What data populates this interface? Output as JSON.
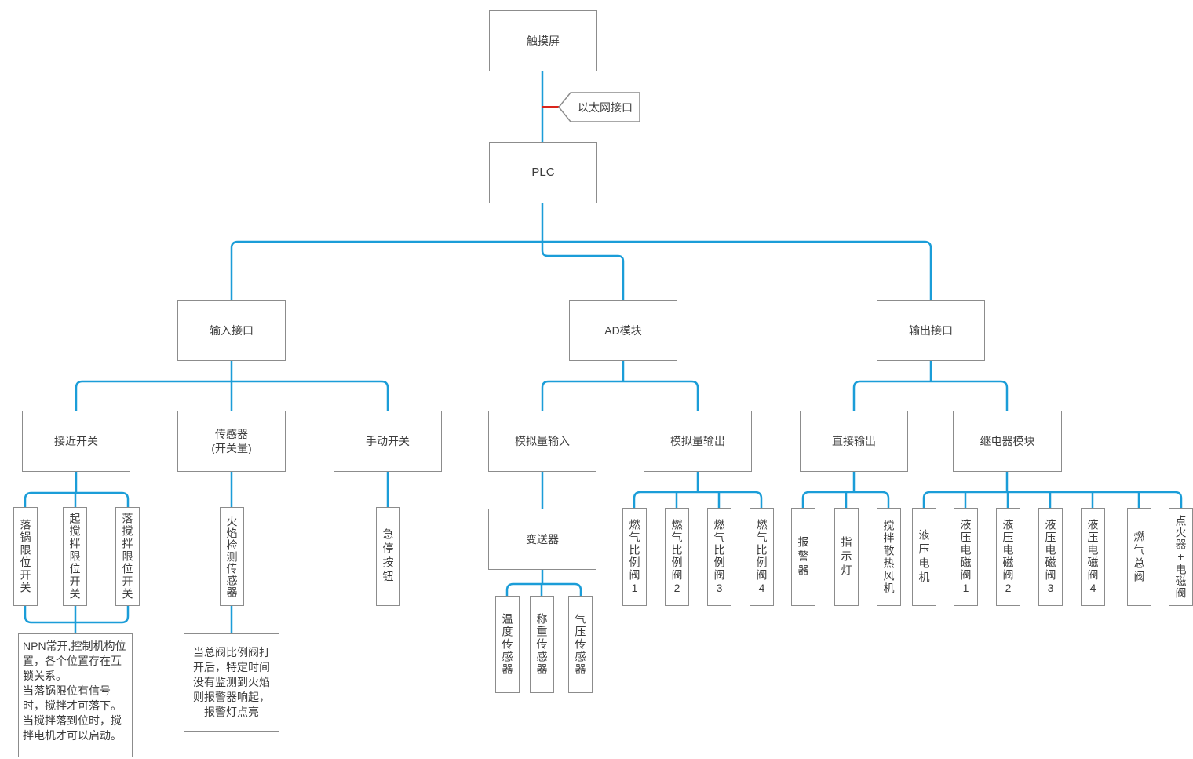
{
  "diagram": {
    "colors": {
      "wire_blue": "#1B9DD8",
      "link_red": "#DA251C",
      "box_border": "#8C8C8C",
      "text": "#3C3C3C"
    },
    "nodes": {
      "touchscreen": {
        "label": "触摸屏"
      },
      "ethernet": {
        "label": "以太网接口"
      },
      "plc": {
        "label": "PLC"
      },
      "input_interface": {
        "label": "输入接口"
      },
      "ad_module": {
        "label": "AD模块"
      },
      "output_interface": {
        "label": "输出接口"
      },
      "proximity_switch": {
        "label": "接近开关"
      },
      "sensor_switch": {
        "label": "传感器\n(开关量)"
      },
      "manual_switch": {
        "label": "手动开关"
      },
      "analog_input": {
        "label": "模拟量输入"
      },
      "analog_output": {
        "label": "模拟量输出"
      },
      "direct_output": {
        "label": "直接输出"
      },
      "relay_module": {
        "label": "继电器模块"
      },
      "transmitter": {
        "label": "变送器"
      },
      "pot_drop_limit_switch": {
        "label": "落锅限位开关"
      },
      "stir_raise_limit_switch": {
        "label": "起搅拌限位开关"
      },
      "stir_drop_limit_switch": {
        "label": "落搅拌限位开关"
      },
      "flame_detect_sensor": {
        "label": "火焰检测传感器"
      },
      "estop_button": {
        "label": "急停按钮"
      },
      "temp_sensor": {
        "label": "温度传感器"
      },
      "weight_sensor": {
        "label": "称重传感器"
      },
      "pressure_sensor": {
        "label": "气压传感器"
      },
      "gas_prop_valve_1": {
        "label": "燃气比例阀1"
      },
      "gas_prop_valve_2": {
        "label": "燃气比例阀2"
      },
      "gas_prop_valve_3": {
        "label": "燃气比例阀3"
      },
      "gas_prop_valve_4": {
        "label": "燃气比例阀4"
      },
      "alarm": {
        "label": "报警器"
      },
      "indicator_light": {
        "label": "指示灯"
      },
      "stir_cooling_fan": {
        "label": "搅拌散热风机"
      },
      "hydraulic_motor": {
        "label": "液压电机"
      },
      "hydraulic_valve_1": {
        "label": "液压电磁阀1"
      },
      "hydraulic_valve_2": {
        "label": "液压电磁阀2"
      },
      "hydraulic_valve_3": {
        "label": "液压电磁阀3"
      },
      "hydraulic_valve_4": {
        "label": "液压电磁阀4"
      },
      "gas_main_valve": {
        "label": "燃气总阀"
      },
      "igniter_solenoid": {
        "label": "点火器+电磁阀"
      }
    },
    "notes": {
      "proximity_note": {
        "text": "NPN常开,控制机构位置，各个位置存在互锁关系。\n当落锅限位有信号时，搅拌才可落下。\n当搅拌落到位时，搅拌电机才可以启动。"
      },
      "flame_note": {
        "text": "当总阀比例阀打开后，特定时间没有监测到火焰则报警器响起，报警灯点亮"
      }
    }
  }
}
